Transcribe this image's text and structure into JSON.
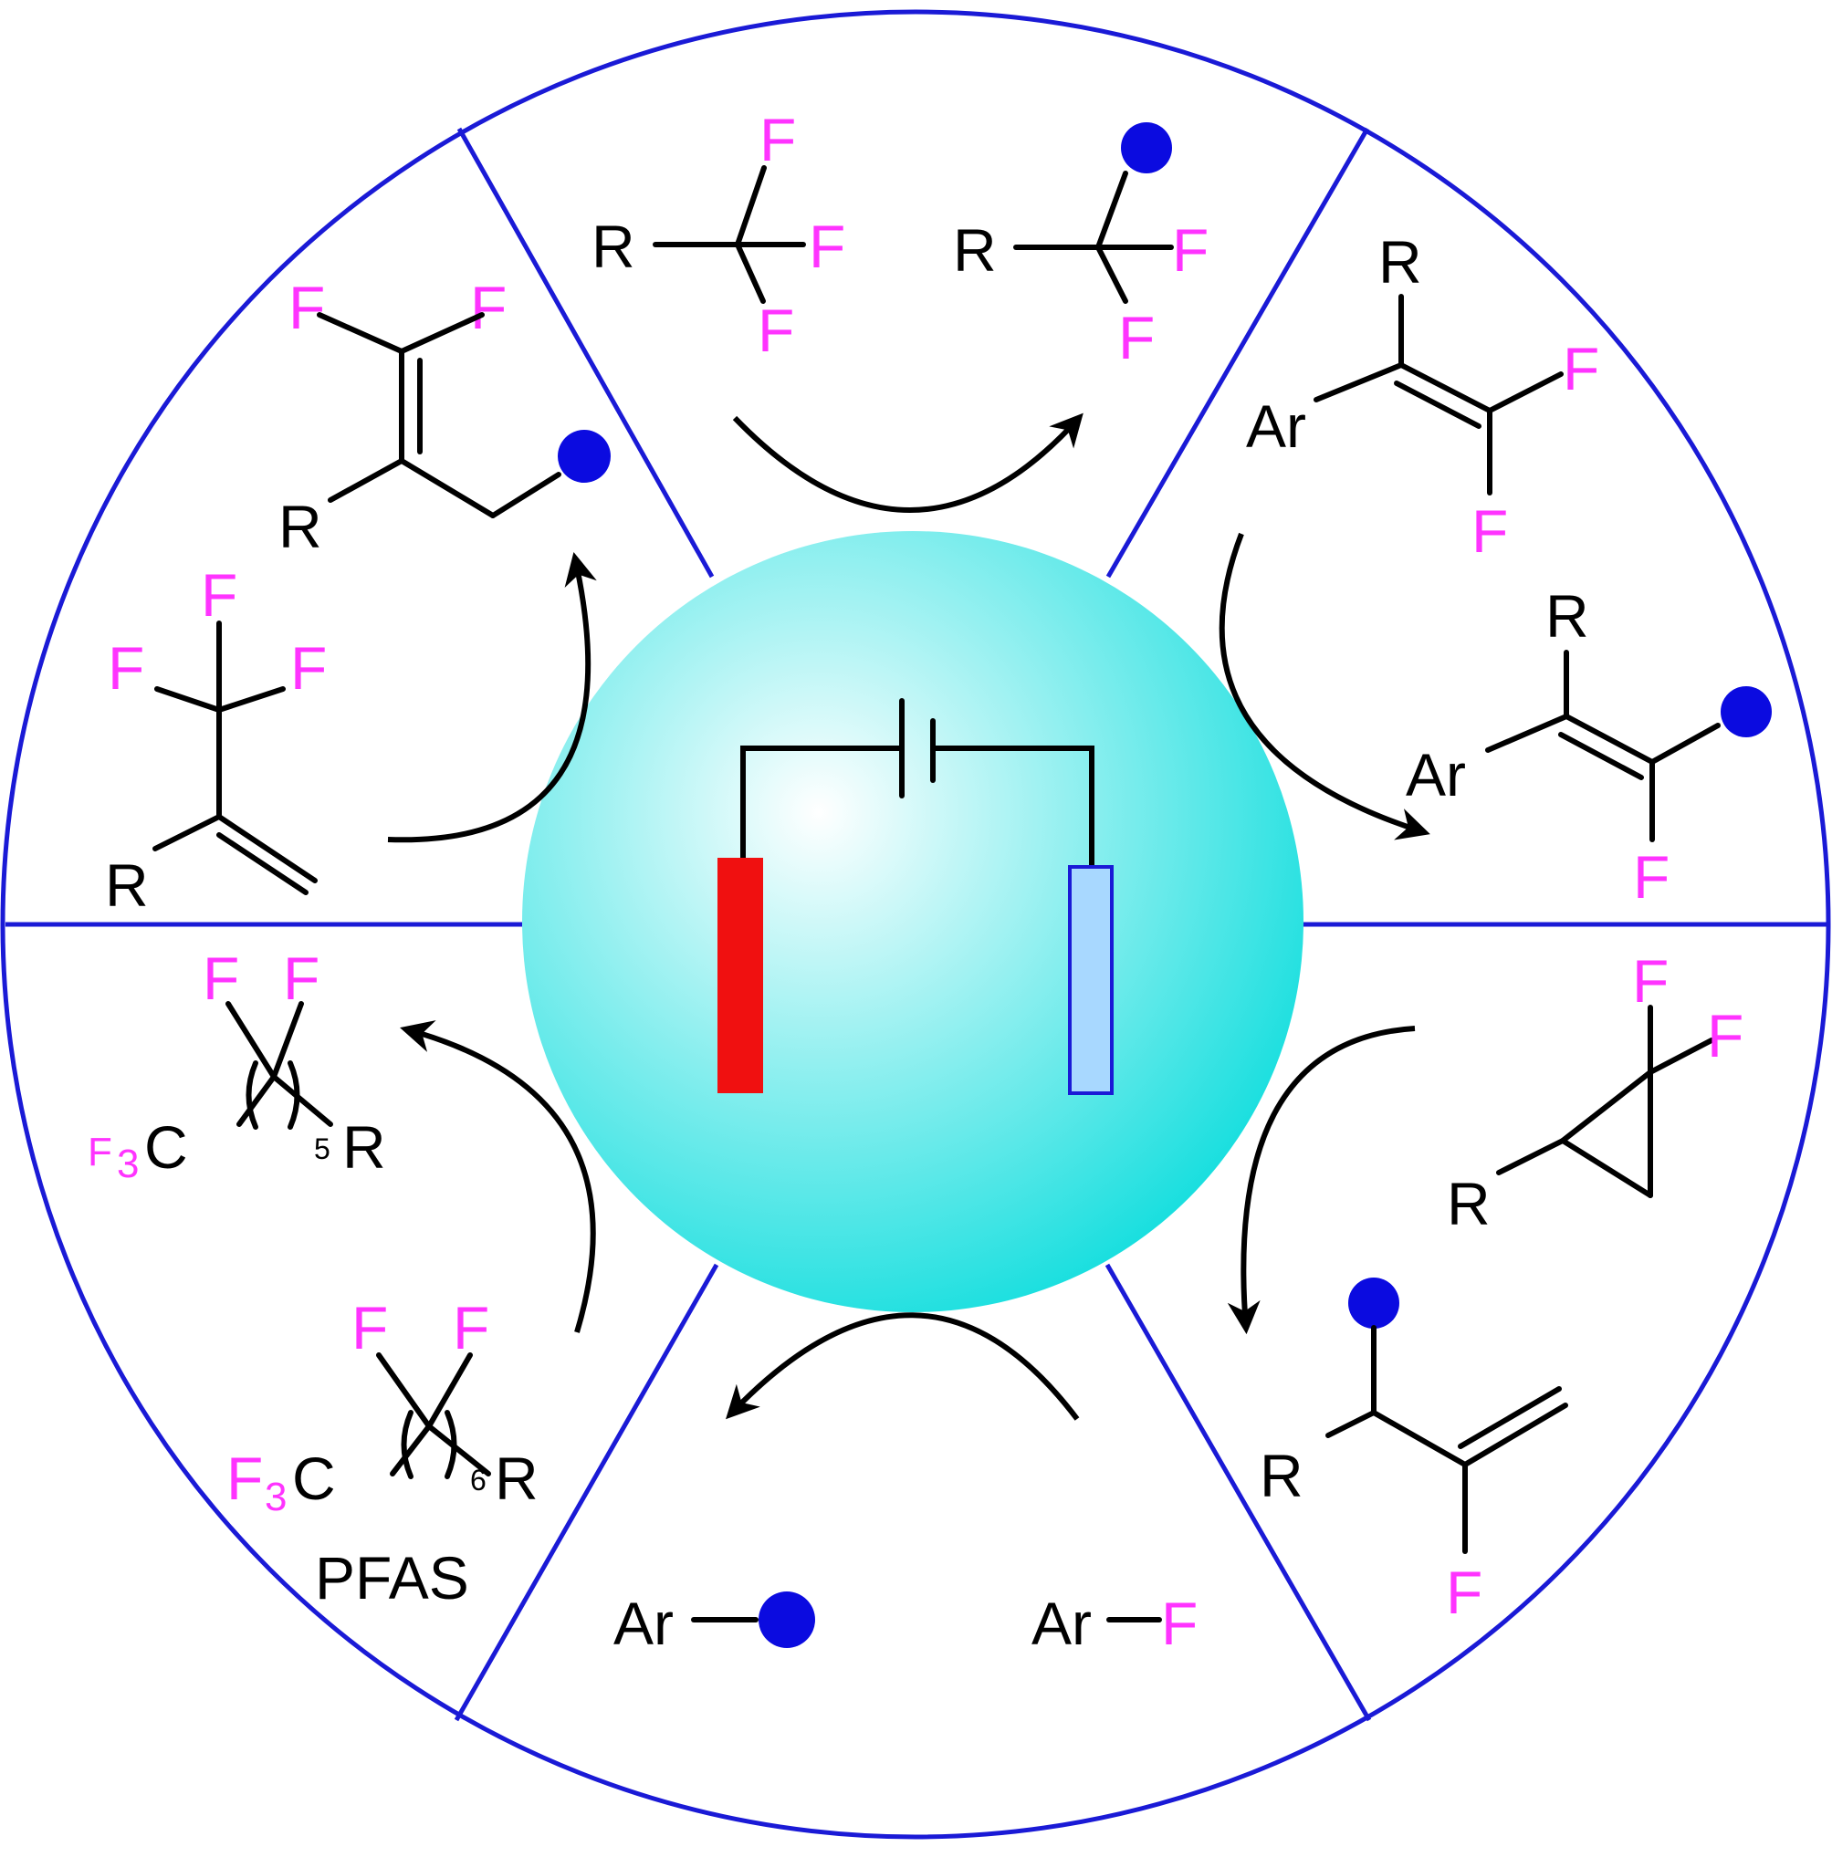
{
  "colors": {
    "ring": "#1a1ad6",
    "fluorine": "#ff33ff",
    "atom": "#000000",
    "dot": "#0b0be0",
    "sphere_center": "#ffffff",
    "sphere_edge": "#14dede",
    "anode": "#f01010",
    "cathode_fill": "#a8d8ff",
    "cathode_stroke": "#1a1ad6"
  },
  "atoms": {
    "R": "R",
    "F": "F",
    "Ar": "Ar",
    "C": "C",
    "three": "3",
    "five": "5",
    "six": "6"
  },
  "labels": {
    "pfas": "PFAS"
  },
  "icons": {
    "center": "electrochemical-cell-icon",
    "dot": "functional-group-dot-icon"
  }
}
